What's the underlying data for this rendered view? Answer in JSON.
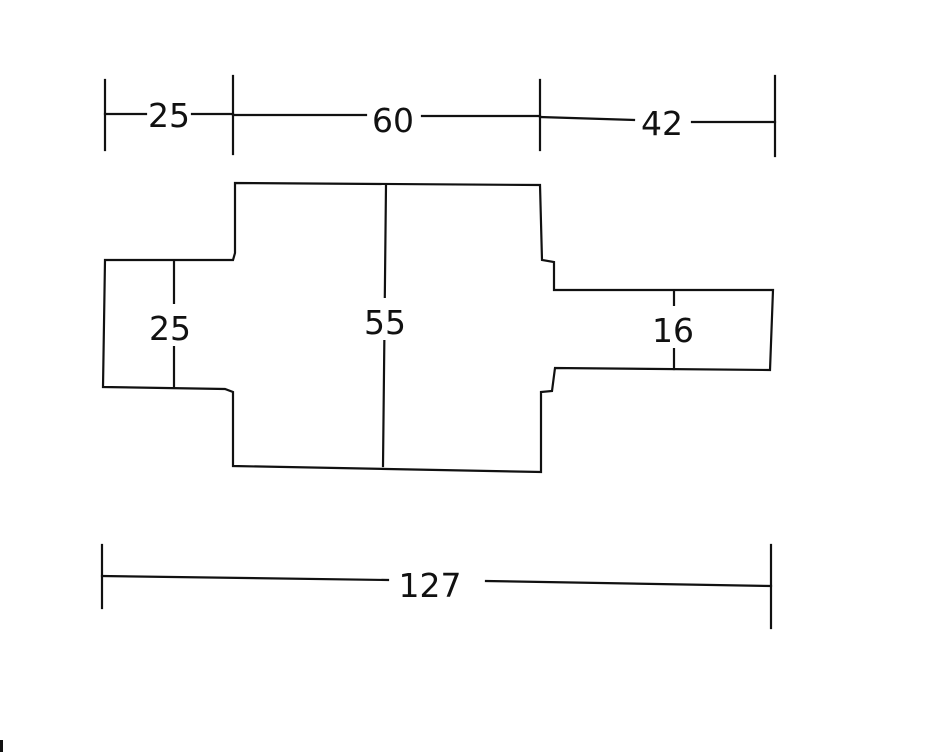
{
  "dimensions": {
    "top_left_width": "25",
    "top_middle_width": "60",
    "top_right_width": "42",
    "overall_width": "127",
    "left_height": "25",
    "middle_height": "55",
    "right_height": "16"
  },
  "colors": {
    "line": "#111111",
    "background": "#ffffff"
  }
}
